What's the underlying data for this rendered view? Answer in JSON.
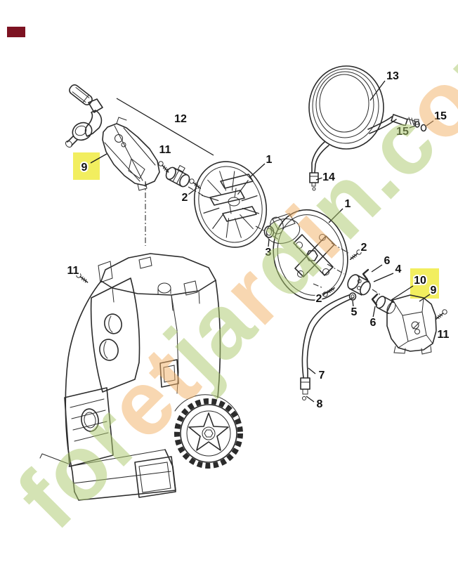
{
  "corner_mark": {
    "color": "#7d1322"
  },
  "highlight": {
    "color": "#f2ee5f"
  },
  "callouts": {
    "c12": "12",
    "c11_top": "11",
    "c2_top": "2",
    "c9_left": "9",
    "c1_reel1": "1",
    "c3": "3",
    "c13": "13",
    "c15_a": "15",
    "c15_b": "15",
    "c14": "14",
    "c1_reel2": "1",
    "c2_mid": "2",
    "c6_top": "6",
    "c4": "4",
    "c5": "5",
    "c6_bot": "6",
    "c2_low": "2",
    "c10": "10",
    "c9_right": "9",
    "c11_right": "11",
    "c7": "7",
    "c8": "8",
    "c11_left": "11"
  },
  "watermark": {
    "text": "foretjardin.com",
    "letters": [
      {
        "ch": "f",
        "color": "#abc96c"
      },
      {
        "ch": "o",
        "color": "#abc96c"
      },
      {
        "ch": "r",
        "color": "#abc96c"
      },
      {
        "ch": "e",
        "color": "#f3b066"
      },
      {
        "ch": "t",
        "color": "#f3b066"
      },
      {
        "ch": "j",
        "color": "#abc96c"
      },
      {
        "ch": "a",
        "color": "#abc96c"
      },
      {
        "ch": "r",
        "color": "#f3b066"
      },
      {
        "ch": "d",
        "color": "#abc96c"
      },
      {
        "ch": "i",
        "color": "#f3b066"
      },
      {
        "ch": "n",
        "color": "#abc96c"
      },
      {
        "ch": ".",
        "color": "#abc96c"
      },
      {
        "ch": "c",
        "color": "#abc96c"
      },
      {
        "ch": "o",
        "color": "#f3b066"
      },
      {
        "ch": "m",
        "color": "#abc96c"
      }
    ]
  }
}
